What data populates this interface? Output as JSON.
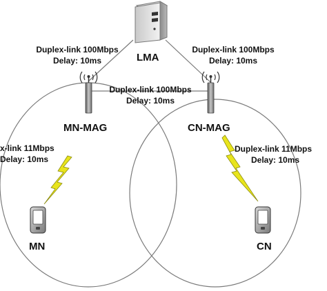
{
  "nodes": {
    "lma": {
      "label": "LMA"
    },
    "mn_mag": {
      "label": "MN-MAG"
    },
    "cn_mag": {
      "label": "CN-MAG"
    },
    "mn": {
      "label": "MN"
    },
    "cn": {
      "label": "CN"
    }
  },
  "links": {
    "lma_mn_mag": {
      "line1": "Duplex-link 100Mbps",
      "line2": "Delay: 10ms"
    },
    "lma_cn_mag": {
      "line1": "Duplex-link 100Mbps",
      "line2": "Delay: 10ms"
    },
    "mag_mag": {
      "line1": "Duplex-link 100Mbps",
      "line2": "Delay: 10ms"
    },
    "mn_wireless": {
      "line1": "x-link 11Mbps",
      "line2": "Delay: 10ms"
    },
    "cn_wireless": {
      "line1": "Duplex-link 11Mbps",
      "line2": "Delay: 10ms"
    }
  },
  "icons": {
    "server": "server-icon",
    "antenna": "antenna-icon",
    "phone": "mobile-phone-icon",
    "wireless": "lightning-bolt-icon"
  },
  "colors": {
    "line": "#7a7a7a",
    "bolt": "#e8e41c",
    "bolt_outline": "#8a8a10",
    "text": "#111111"
  }
}
